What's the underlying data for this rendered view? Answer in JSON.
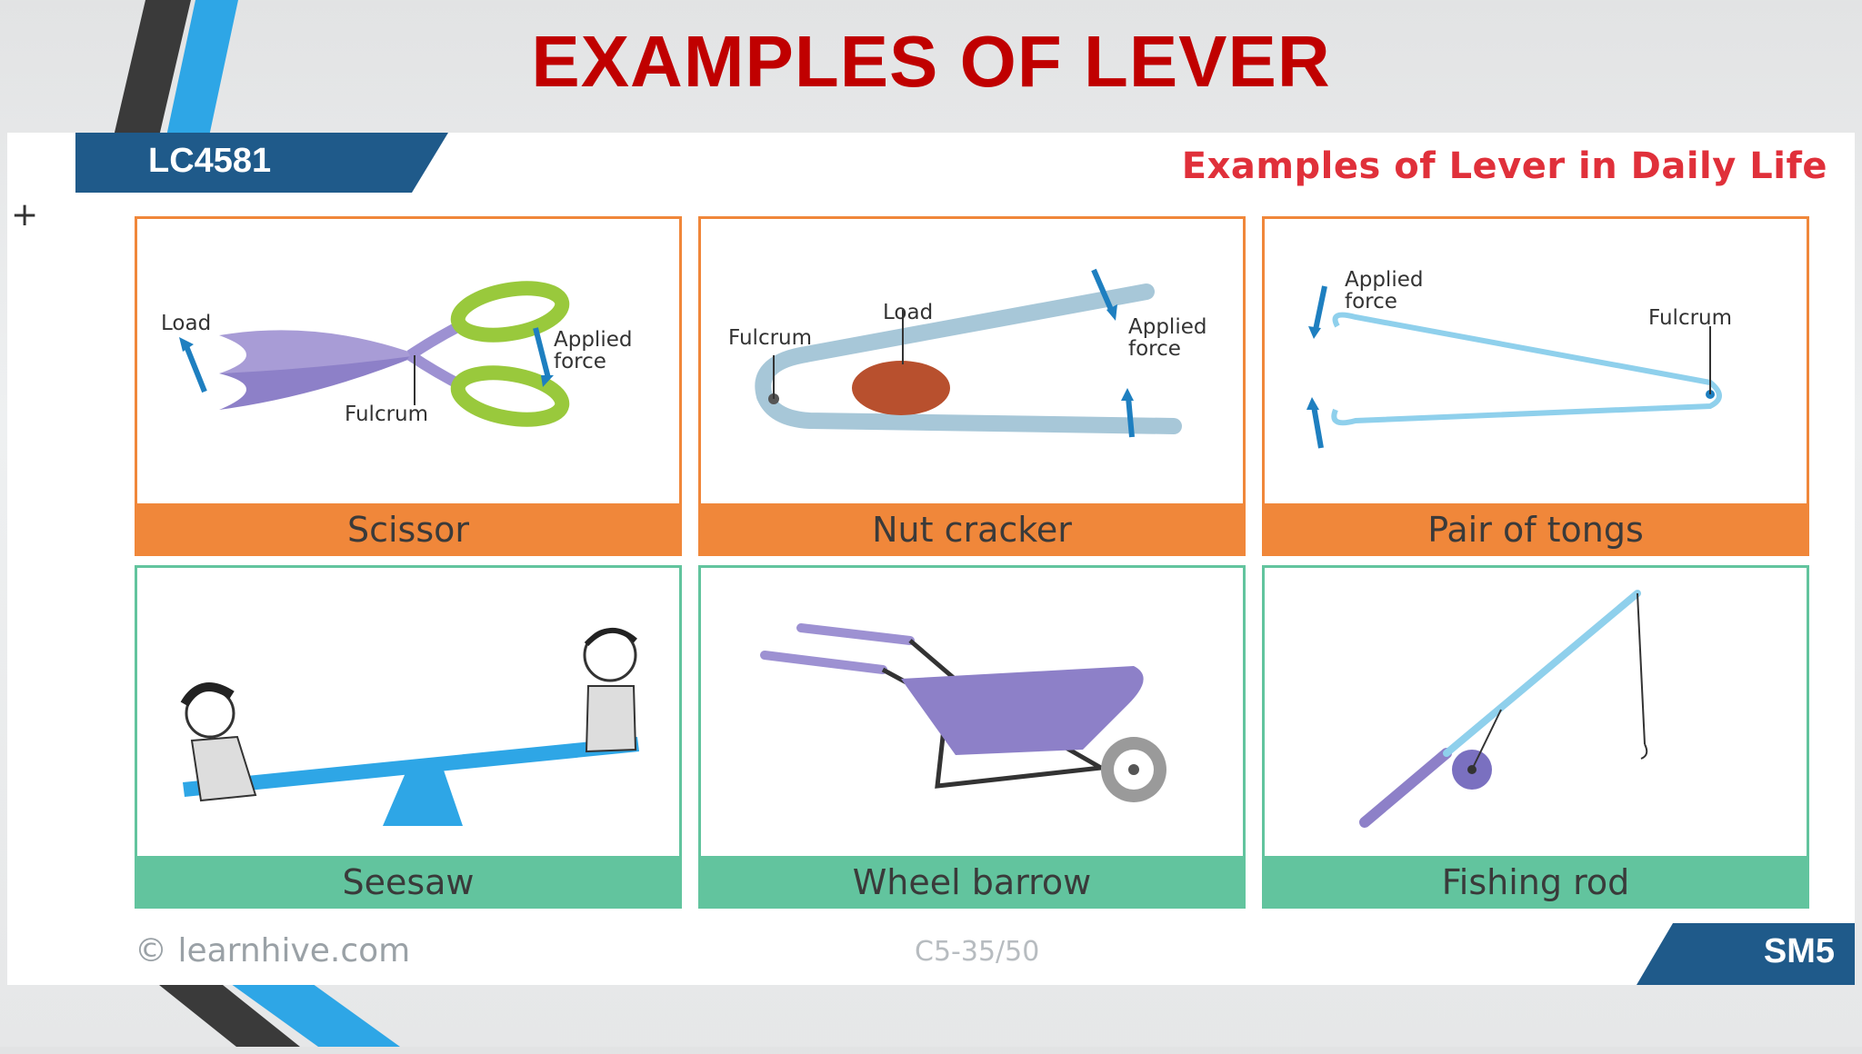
{
  "slide": {
    "title": "EXAMPLES OF LEVER"
  },
  "panel": {
    "code": "LC4581",
    "subtitle": "Examples of Lever in Daily Life",
    "crosshair": "+",
    "footer_copyright": "© learnhive.com",
    "footer_page": "C5-35/50",
    "footer_code": "SM5"
  },
  "cards": [
    {
      "caption": "Scissor",
      "labels": {
        "load": "Load",
        "applied_1": "Applied",
        "applied_2": "force",
        "fulcrum": "Fulcrum"
      }
    },
    {
      "caption": "Nut cracker",
      "labels": {
        "fulcrum": "Fulcrum",
        "load": "Load",
        "applied_1": "Applied",
        "applied_2": "force"
      }
    },
    {
      "caption": "Pair of tongs",
      "labels": {
        "applied_1": "Applied",
        "applied_2": "force",
        "fulcrum": "Fulcrum"
      }
    },
    {
      "caption": "Seesaw"
    },
    {
      "caption": "Wheel barrow"
    },
    {
      "caption": "Fishing rod"
    }
  ],
  "colors": {
    "title_red": "#c00000",
    "subtitle_red": "#e0303a",
    "tab_blue": "#1f5a8a",
    "top_border": "#f0873a",
    "bottom_border": "#62c49e",
    "arrow_blue": "#1e7fc0"
  }
}
